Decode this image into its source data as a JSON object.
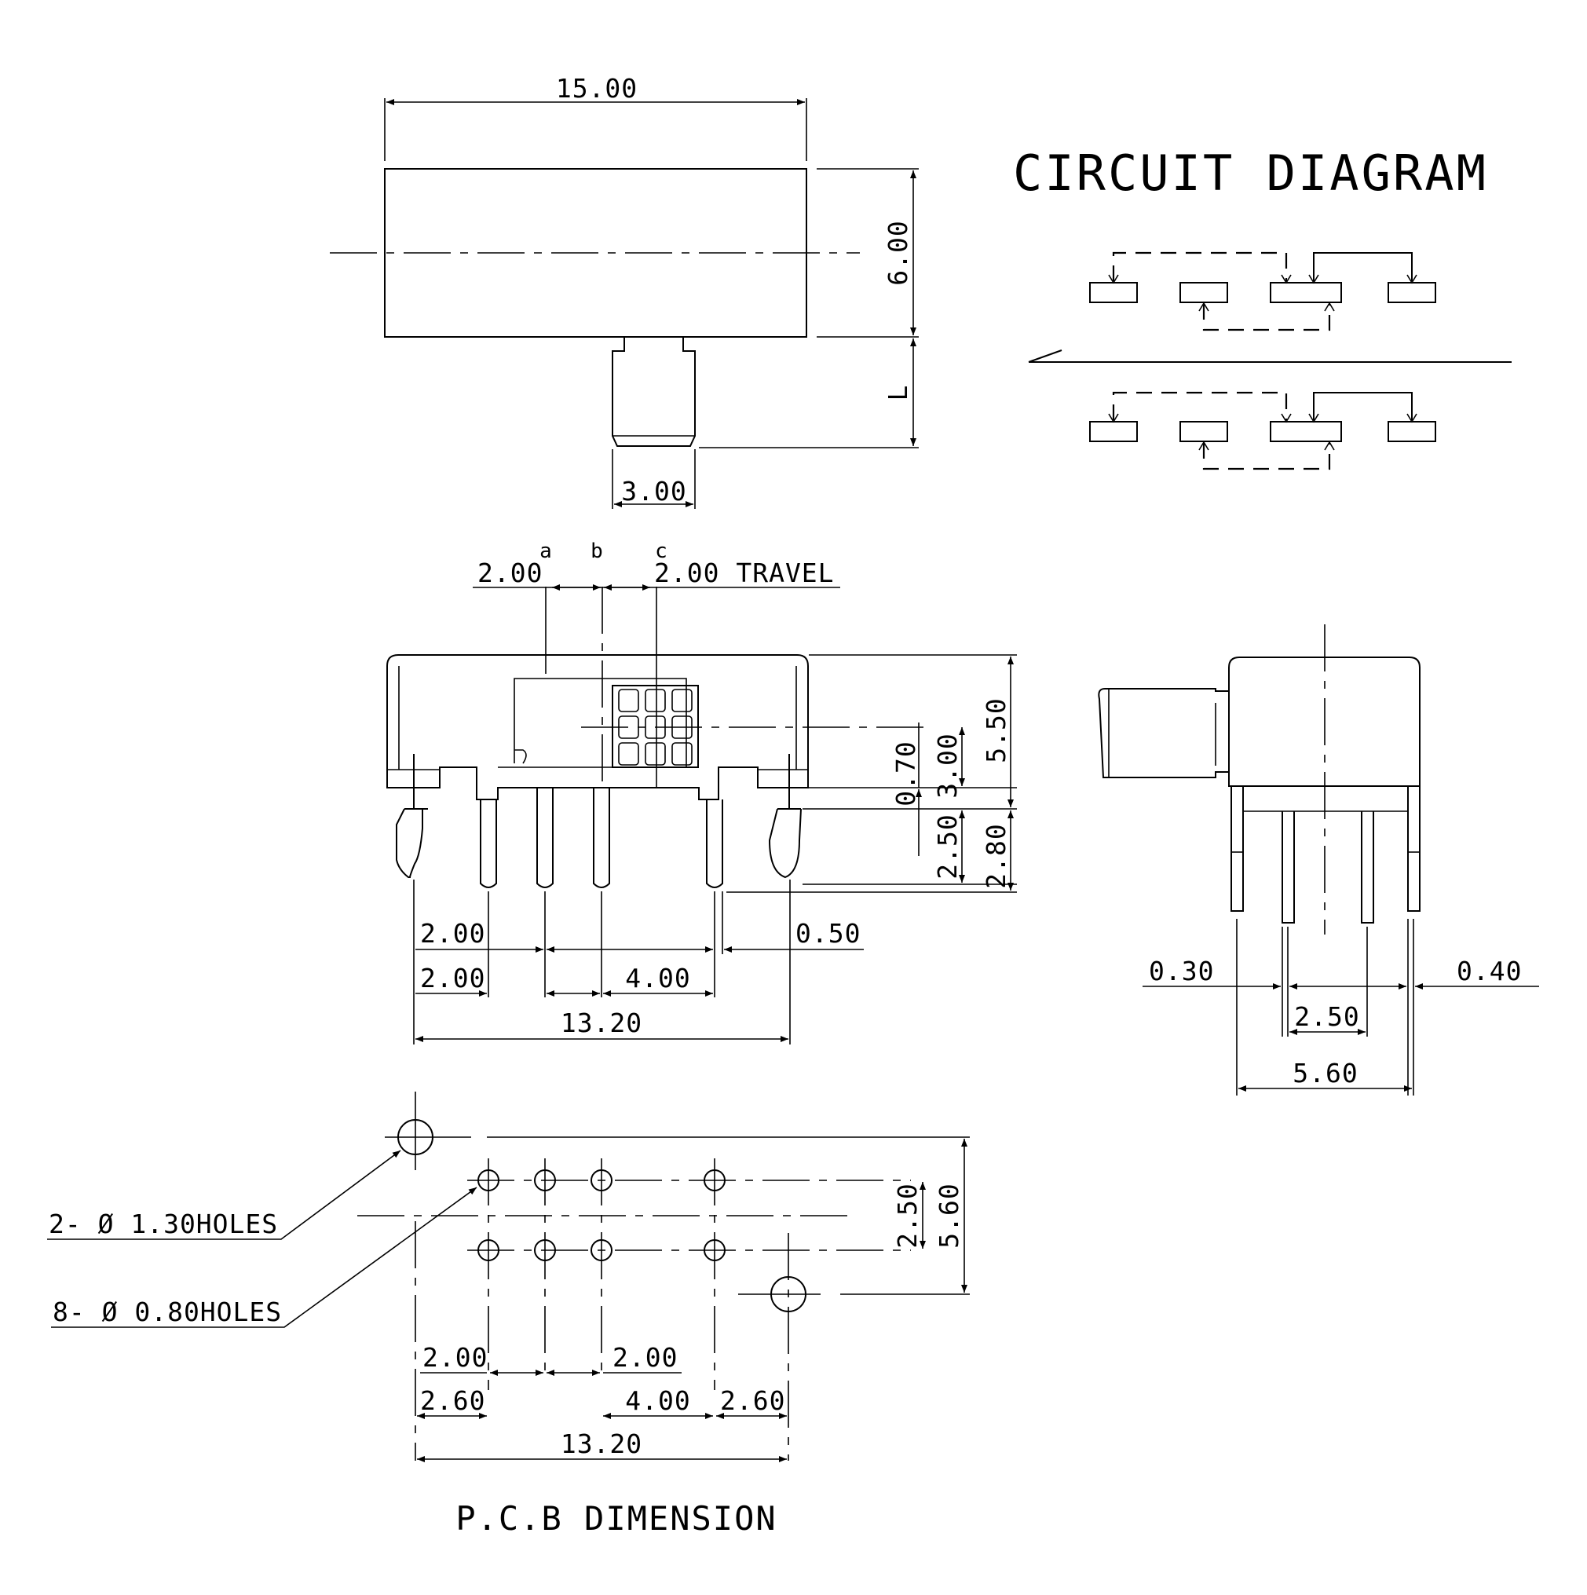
{
  "circuit_title": "CIRCUIT DIAGRAM",
  "pcb_title": "P.C.B DIMENSION",
  "top_view": {
    "width": "15.00",
    "height": "6.00",
    "actuator_length": "L",
    "actuator_width": "3.00"
  },
  "front_view": {
    "pos_a": "a",
    "pos_b": "b",
    "pos_c": "c",
    "travel_left": "2.00",
    "travel_right": "2.00 TRAVEL",
    "h_070": "0.70",
    "h_300": "3.00",
    "h_550": "5.50",
    "h_250": "2.50",
    "h_280": "2.80",
    "pitch_1": "2.00",
    "pitch_2": "2.00",
    "pitch_4": "4.00",
    "pin_width": "0.50",
    "overall": "13.20"
  },
  "side_view": {
    "left_thk": "0.30",
    "right_thk": "0.40",
    "row_pitch": "2.50",
    "overall": "5.60"
  },
  "pcb": {
    "mount_holes": "2- Ø 1.30HOLES",
    "pin_holes": "8- Ø 0.80HOLES",
    "row_pitch": "2.50",
    "overall_h": "5.60",
    "pitch_left": "2.00",
    "pitch_right": "2.00",
    "edge_left": "2.60",
    "center": "4.00",
    "edge_right": "2.60",
    "overall_w": "13.20"
  }
}
